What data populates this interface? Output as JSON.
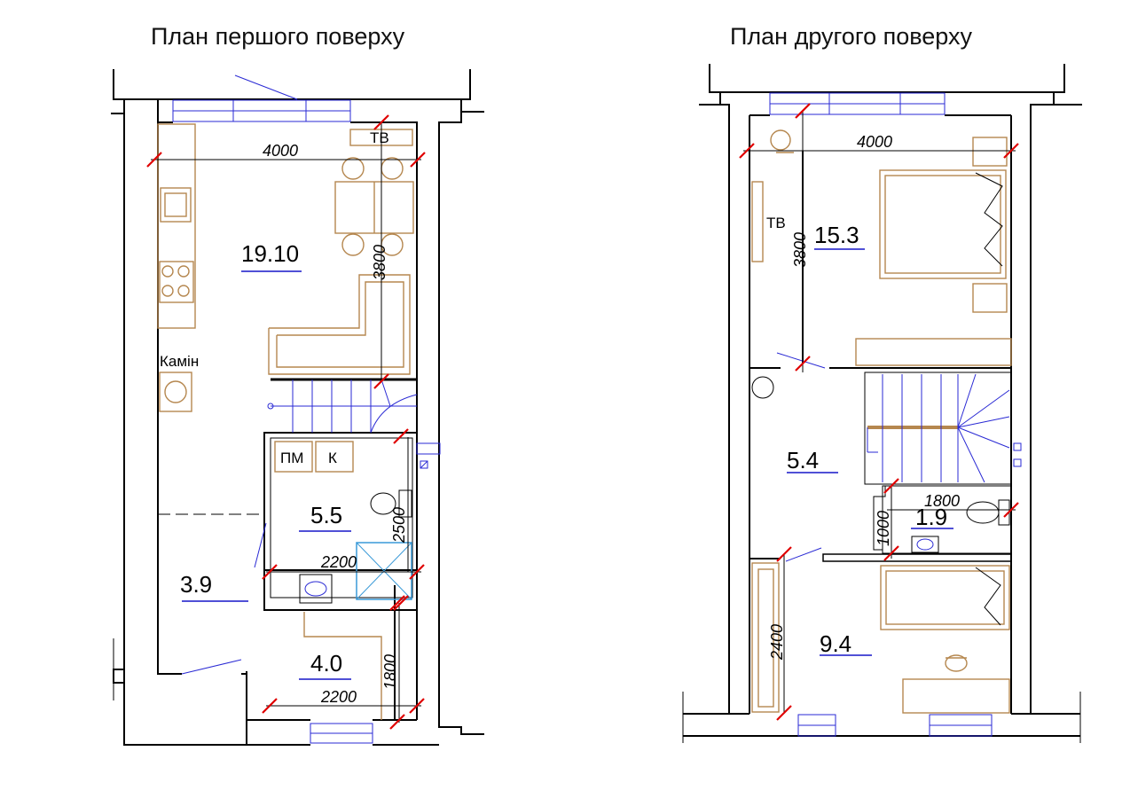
{
  "titles": {
    "first_floor": "План першого поверху",
    "second_floor": "План другого поверху"
  },
  "first_floor": {
    "rooms": [
      {
        "area": "19.10"
      },
      {
        "area": "5.5"
      },
      {
        "area": "3.9"
      },
      {
        "area": "4.0"
      }
    ],
    "dimensions": {
      "width_top": "4000",
      "height_living": "3800",
      "height_bath": "2500",
      "width_bath": "2200",
      "height_lower": "1800",
      "width_lower": "2200"
    },
    "labels": {
      "tv": "ТВ",
      "fireplace": "Камін",
      "washer": "ПМ",
      "boiler": "К"
    }
  },
  "second_floor": {
    "rooms": [
      {
        "area": "15.3"
      },
      {
        "area": "5.4"
      },
      {
        "area": "1.9"
      },
      {
        "area": "9.4"
      }
    ],
    "dimensions": {
      "width_top": "4000",
      "height_bedroom": "3800",
      "width_wc": "1800",
      "height_wc": "1000",
      "height_lower": "2400"
    },
    "labels": {
      "tv": "ТВ"
    }
  }
}
